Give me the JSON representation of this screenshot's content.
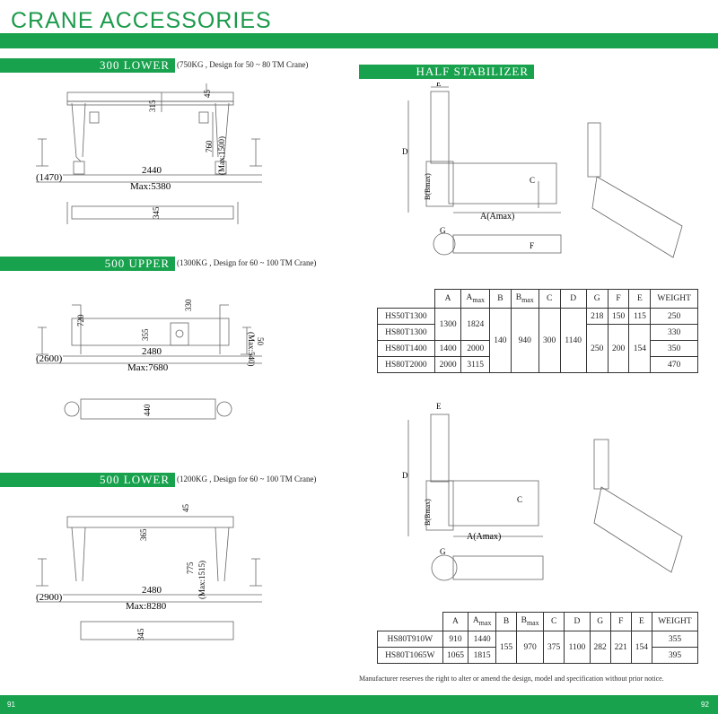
{
  "page": {
    "title": "CRANE ACCESSORIES",
    "page_left": "91",
    "page_right": "92",
    "disclaimer": "Manufacturer reserves the right to alter or amend the design, model and specification without prior notice."
  },
  "colors": {
    "brand_green": "#19a24e",
    "title_green": "#1b9a4b",
    "table_separator": "#4a6fb0"
  },
  "sections": {
    "s300_lower": {
      "label": "300 LOWER",
      "note": "(750KG , Design for 50 ~ 80 TM Crane)",
      "dims": {
        "d45": "45",
        "d315": "315",
        "d760": "760",
        "dmax": "(Max:1500)",
        "w2440": "2440",
        "w1470": "(1470)",
        "wmax": "Max:5380",
        "d345": "345"
      }
    },
    "s500_upper": {
      "label": "500 UPPER",
      "note": "(1300KG , Design for 60 ~ 100 TM Crane)",
      "dims": {
        "d330": "330",
        "d720": "720",
        "d355": "355",
        "d50": "50",
        "dmax": "(Max:540)",
        "w2480": "2480",
        "w2600": "(2600)",
        "wmax": "Max:7680",
        "d440": "440"
      }
    },
    "s500_lower": {
      "label": "500 LOWER",
      "note": "(1200KG , Design for 60 ~ 100 TM Crane)",
      "dims": {
        "d45": "45",
        "d365": "365",
        "d775": "775",
        "dmax": "(Max:1515)",
        "w2480": "2480",
        "w2900": "(2900)",
        "wmax": "Max:8280",
        "d345": "345"
      }
    },
    "half_stabilizer": {
      "label": "HALF STABILIZER",
      "dims": {
        "E": "E",
        "D": "D",
        "B": "B(Bmax)",
        "C": "C",
        "A": "A(Amax)",
        "G": "G",
        "F": "F"
      }
    }
  },
  "table1": {
    "headers": [
      "A",
      "A",
      "B",
      "B",
      "C",
      "D",
      "G",
      "F",
      "E",
      "WEIGHT"
    ],
    "sub": {
      "amax": "max",
      "bmax": "max"
    },
    "rows": [
      {
        "model": "HS50T1300",
        "g": "218",
        "f": "150",
        "e": "115",
        "weight": "250"
      },
      {
        "model": "HS80T1300",
        "weight": "330"
      },
      {
        "model": "HS80T1400",
        "a": "1400",
        "amax": "2000",
        "weight": "350"
      },
      {
        "model": "HS80T2000",
        "a": "2000",
        "amax": "3115",
        "weight": "470"
      }
    ],
    "merged": {
      "a": "1300",
      "amax": "1824",
      "b": "140",
      "bmax": "940",
      "c": "300",
      "d": "1140",
      "g": "250",
      "f": "200",
      "e": "154"
    }
  },
  "table2": {
    "headers": [
      "A",
      "A",
      "B",
      "B",
      "C",
      "D",
      "G",
      "F",
      "E",
      "WEIGHT"
    ],
    "sub": {
      "amax": "max",
      "bmax": "max"
    },
    "rows": [
      {
        "model": "HS80T910W",
        "a": "910",
        "amax": "1440",
        "weight": "355"
      },
      {
        "model": "HS80T1065W",
        "a": "1065",
        "amax": "1815",
        "weight": "395"
      }
    ],
    "merged": {
      "b": "155",
      "bmax": "970",
      "c": "375",
      "d": "1100",
      "g": "282",
      "f": "221",
      "e": "154"
    }
  }
}
